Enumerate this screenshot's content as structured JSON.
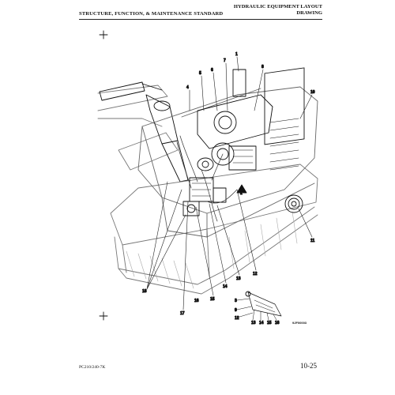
{
  "header": {
    "left_title": "STRUCTURE, FUNCTION, & MAINTENANCE STANDARD",
    "right_title_line1": "HYDRAULIC EQUIPMENT LAYOUT",
    "right_title_line2": "DRAWING"
  },
  "diagram": {
    "callouts": [
      "1",
      "2",
      "3",
      "4",
      "5",
      "6",
      "7",
      "8",
      "9",
      "10",
      "11",
      "12",
      "13",
      "14",
      "15",
      "16",
      "17",
      "18"
    ],
    "figure_id": "9JF00003"
  },
  "footer": {
    "model": "PC210/240-7K",
    "page_number": "10-25"
  }
}
